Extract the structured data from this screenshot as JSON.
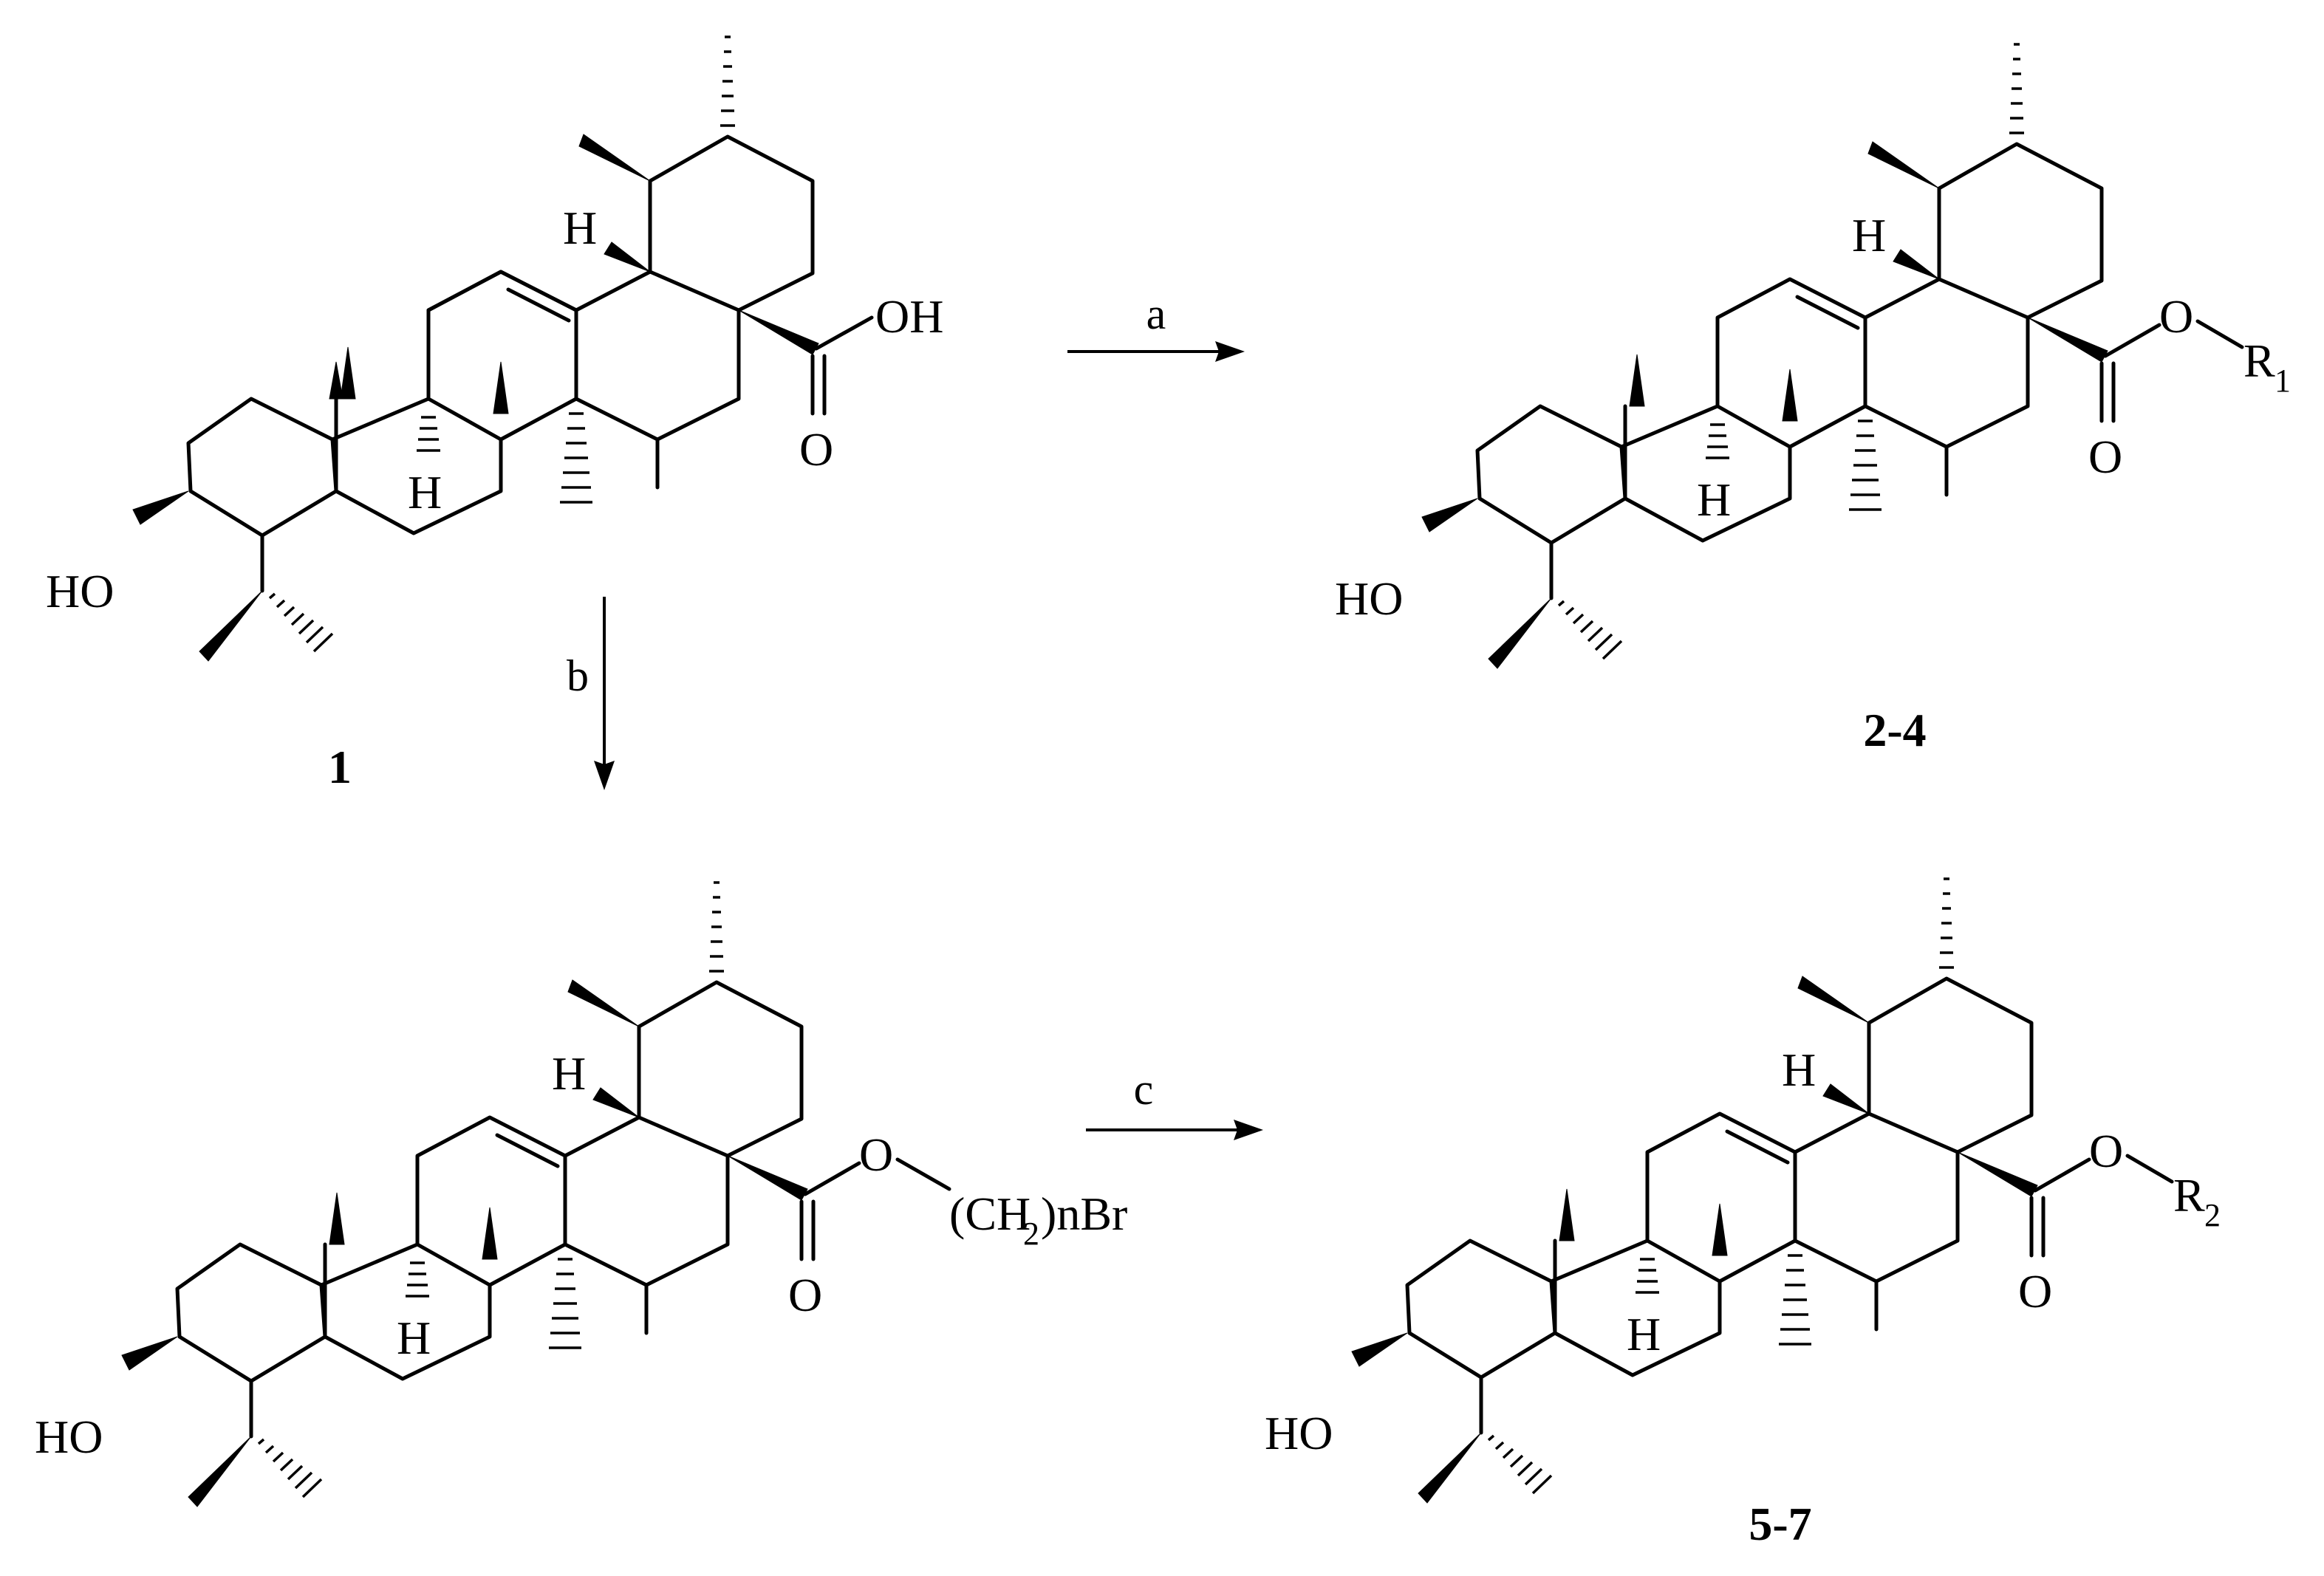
{
  "scheme": {
    "reaction_labels": {
      "a": "a",
      "b": "b",
      "c": "c"
    },
    "compounds": [
      {
        "id": "cmp1",
        "number": "1",
        "ester": null
      },
      {
        "id": "cmp2",
        "number": "2-4",
        "ester": {
          "o": "O",
          "r": "R",
          "sub": "1"
        }
      },
      {
        "id": "cmp3",
        "number": "",
        "ester": {
          "o": "O",
          "chain_open": "(CH",
          "chain_sub": "2",
          "chain_close": ")nBr"
        }
      },
      {
        "id": "cmp4",
        "number": "5-7",
        "ester": {
          "o": "O",
          "r": "R",
          "sub": "2"
        }
      }
    ],
    "atoms": {
      "hydroxyl": "HO",
      "hydrogen": "H",
      "acid": "OH",
      "carbonyl_o": "O"
    }
  }
}
